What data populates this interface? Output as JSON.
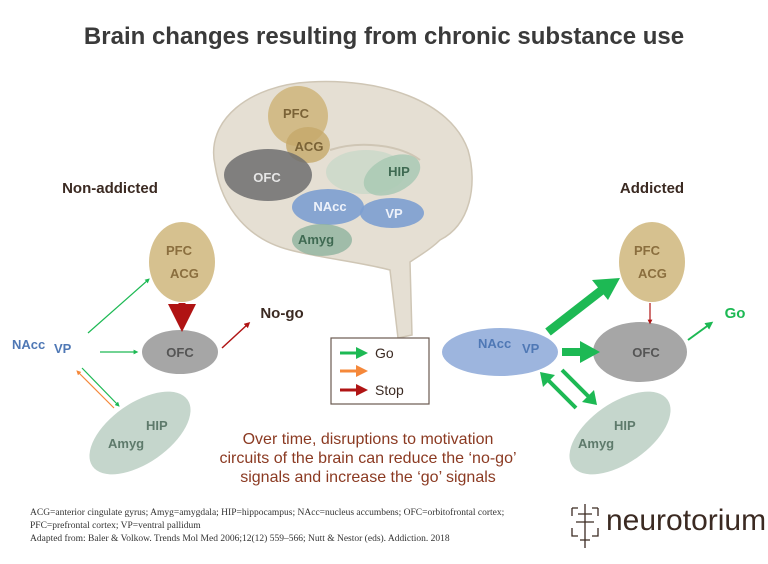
{
  "title": "Brain changes resulting from chronic substance use",
  "brain": {
    "pfc": "PFC",
    "acg": "ACG",
    "ofc": "OFC",
    "hip": "HIP",
    "nacc": "NAcc",
    "vp": "VP",
    "amyg": "Amyg"
  },
  "left": {
    "label": "Non-addicted",
    "pfc": "PFC",
    "acg": "ACG",
    "ofc": "OFC",
    "nacc": "NAcc",
    "vp": "VP",
    "hip": "HIP",
    "amyg": "Amyg",
    "nogo": "No-go"
  },
  "right": {
    "label": "Addicted",
    "pfc": "PFC",
    "acg": "ACG",
    "ofc": "OFC",
    "nacc": "NAcc",
    "vp": "VP",
    "hip": "HIP",
    "amyg": "Amyg",
    "go": "Go"
  },
  "legend": {
    "go": "Go",
    "stop": "Stop"
  },
  "caption": [
    "Over time, disruptions to motivation",
    "circuits of the brain can reduce the ‘no-go’",
    "signals and increase the ‘go’ signals"
  ],
  "footnote": {
    "abbrev": "ACG=anterior cingulate gyrus; Amyg=amygdala; HIP=hippocampus; NAcc=nucleus accumbens; OFC=orbitofrontal cortex; PFC=prefrontal cortex; VP=ventral pallidum",
    "source": "Adapted from: Baler & Volkow. Trends Mol Med 2006;12(12) 559–566; Nutt & Nestor (eds). Addiction. 2018"
  },
  "logo": "neurotorium",
  "colors": {
    "go": "#1db954",
    "orange": "#f5883a",
    "stop": "#b01414",
    "tan": "#d6bf88",
    "gray": "#a6a6a6",
    "blue": "#8aa9d6",
    "green": "#b9cfc4",
    "caption": "#8b3a22"
  }
}
